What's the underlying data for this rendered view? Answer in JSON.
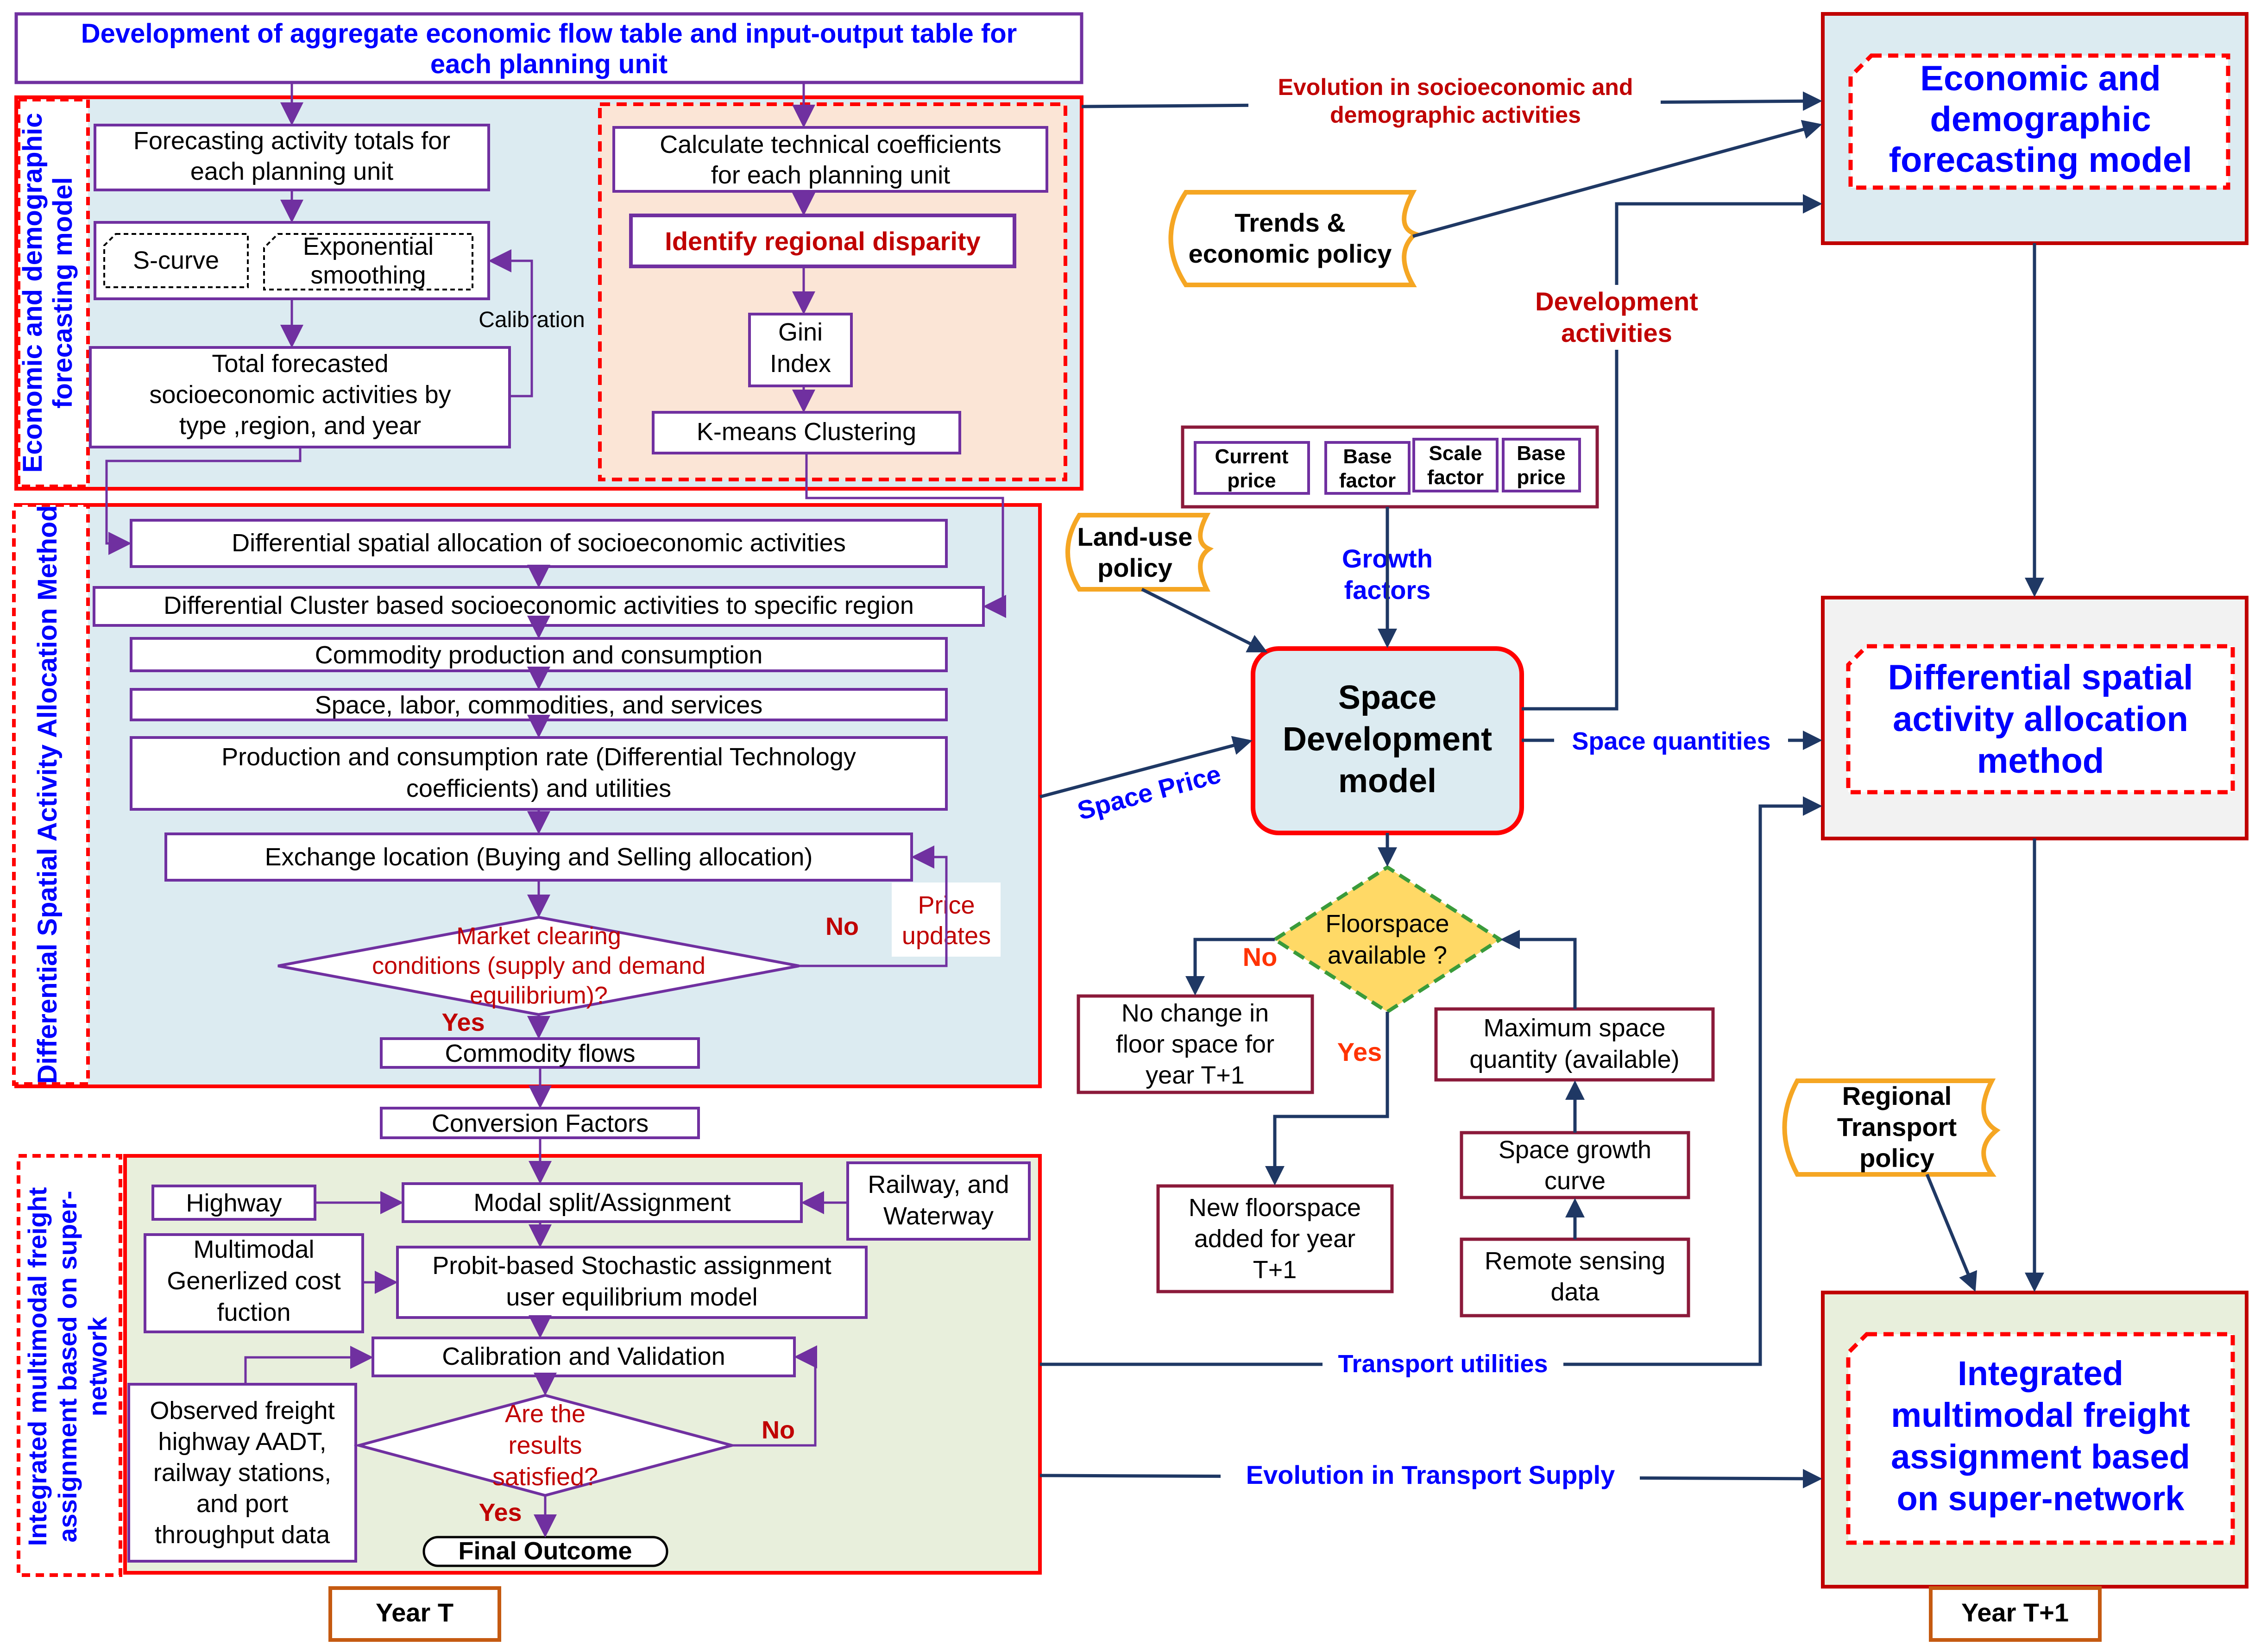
{
  "top_title": "Development of aggregate economic flow table and input-output table  for each planning unit",
  "left_panel_titles": {
    "economic": "Economic and demographic forecasting model",
    "differential": "Differential Spatial Activity Allocation  Method",
    "integrated": "Integrated multimodal freight assignment based on super-network"
  },
  "economic": {
    "forecast_totals": "Forecasting activity totals for each planning unit",
    "s_curve": "S-curve",
    "exp_smoothing": "Exponential smoothing",
    "calibration": "Calibration",
    "total_forecasted": "Total forecasted socioeconomic activities  by type ,region, and year",
    "tech_coeff": "Calculate technical coefficients for each planning unit",
    "regional_disparity": "Identify regional disparity",
    "gini": "Gini Index",
    "kmeans": "K-means Clustering"
  },
  "differential": {
    "spatial_alloc": "Differential spatial allocation of socioeconomic activities",
    "cluster_based": "Differential Cluster based socioeconomic activities to specific region",
    "commodity_pc": "Commodity production and consumption",
    "space_labor": "Space, labor, commodities, and services",
    "prod_cons_rate": "Production and consumption rate (Differential Technology coefficients) and utilities",
    "exchange_location": "Exchange location (Buying and Selling allocation)",
    "market_clearing": "Market clearing conditions (supply and demand equilibrium)?",
    "no": "No",
    "yes": "Yes",
    "price_updates": "Price updates",
    "commodity_flows": "Commodity flows"
  },
  "conversion_factors": "Conversion Factors",
  "integrated": {
    "highway": "Highway",
    "modal_split": "Modal split/Assignment",
    "railway": "Railway, and Waterway",
    "multimodal_cost": "Multimodal Generlized cost fuction",
    "probit": "Probit-based Stochastic assignment user equilibrium  model",
    "calibration_validation": "Calibration and Validation",
    "observed": "Observed freight highway AADT, railway stations, and port throughput data",
    "results_satisfied": "Are the results satisfied?",
    "no": "No",
    "yes": "Yes",
    "final_outcome": "Final Outcome"
  },
  "year_t": "Year T",
  "year_t1": "Year T+1",
  "middle": {
    "evolution_socio": "Evolution in socioeconomic and demographic activities",
    "trends": "Trends & economic policy",
    "development_activities": "Development activities",
    "price_factors": [
      "Current price",
      "Base factor",
      "Scale factor",
      "Base price"
    ],
    "growth_factors": "Growth factors",
    "land_use": "Land-use policy",
    "space_dev_model": "Space Development model",
    "space_price": "Space Price",
    "space_quantities": "Space quantities",
    "floorspace": "Floorspace available ?",
    "no": "No",
    "yes": "Yes",
    "no_change": "No change in floor space for year T+1",
    "new_floorspace": "New floorspace added for year T+1",
    "max_space": "Maximum space quantity (available)",
    "space_growth": "Space growth curve",
    "remote_sensing": "Remote sensing data",
    "transport_utilities": "Transport utilities",
    "evolution_transport": "Evolution  in Transport Supply",
    "regional_transport": "Regional Transport policy"
  },
  "right": {
    "econ_model": "Economic and demographic forecasting model",
    "diff_method": "Differential spatial activity allocation method",
    "integrated_model": "Integrated multimodal freight assignment based on super-network"
  },
  "colors": {
    "purple": "#7030A0",
    "red": "#FF0000",
    "dark_red": "#C00000",
    "maroon": "#8B1A3A",
    "blue": "#0000FF",
    "navy": "#1F3864",
    "orange": "#F5A623",
    "light_blue_bg": "#DCEBF1",
    "peach_bg": "#FBE5D6",
    "light_green_bg": "#E8EFDC",
    "diamond_fill": "#FFD966"
  }
}
